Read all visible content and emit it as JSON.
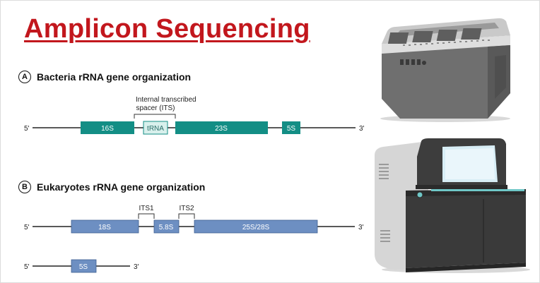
{
  "title": "Amplicon Sequencing",
  "section_a": {
    "badge": "A",
    "heading": "Bacteria rRNA gene organization",
    "its_label_line1": "Internal transcribed",
    "its_label_line2": "spacer (ITS)",
    "five_prime": "5'",
    "three_prime": "3'",
    "genes": {
      "g16s": "16S",
      "trna": "tRNA",
      "g23s": "23S",
      "g5s": "5S"
    }
  },
  "section_b": {
    "badge": "B",
    "heading": "Eukaryotes rRNA gene organization",
    "its1": "ITS1",
    "its2": "ITS2",
    "five_prime": "5'",
    "three_prime": "3'",
    "genes": {
      "g18s": "18S",
      "g58s": "5.8S",
      "g2528s": "25S/28S"
    },
    "second_row": {
      "five_prime": "5'",
      "three_prime": "3'",
      "g5s": "5S"
    }
  },
  "colors": {
    "title": "#c2171d",
    "bacteria_gene": "#138e85",
    "trna_fill": "#d8f0ec",
    "eukaryote_gene": "#6d8fc2"
  },
  "icons": [
    "pcr-thermocycler-icon",
    "dna-sequencer-icon"
  ]
}
